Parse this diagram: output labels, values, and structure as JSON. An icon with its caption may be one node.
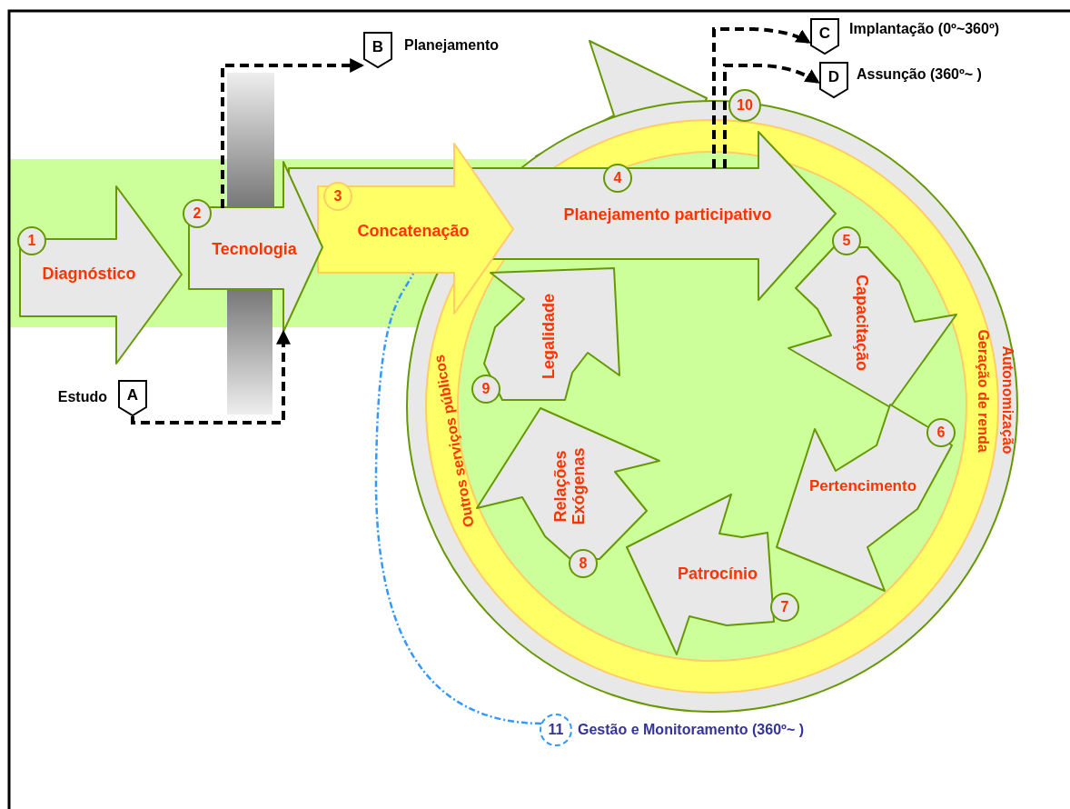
{
  "diagram": {
    "nodes": [
      {
        "text": [
          "1",
          "Diagnóstico"
        ]
      },
      {
        "text": [
          "2",
          "Tecnologia"
        ]
      },
      {
        "text": [
          "3",
          "Concatenação"
        ]
      },
      {
        "text": [
          "4",
          "Planejamento participativo"
        ]
      },
      {
        "text": [
          "5",
          "Capacitação"
        ],
        "in": 10
      },
      {
        "text": [
          "6",
          "Pertencimento"
        ],
        "in": 10
      },
      {
        "text": [
          "7",
          "Patrocínio"
        ],
        "in": 10
      },
      {
        "text": [
          "8",
          "Relações Exógenas"
        ],
        "in": 10
      },
      {
        "text": [
          "9",
          "Legalidade"
        ],
        "in": 10
      },
      {
        "text": [
          "Autonomização"
        ]
      },
      {
        "text": [
          "Geração de renda",
          "Outros serviços públicos"
        ],
        "in": 9
      },
      {
        "text": [
          "10"
        ]
      },
      {
        "text": [
          "11"
        ],
        "beside": [
          "Gestão e Monitoramento (360º~ )"
        ]
      },
      {
        "text": [
          "A"
        ],
        "beside": [
          "Estudo"
        ]
      },
      {
        "text": [
          "B"
        ],
        "beside": [
          "Planejamento"
        ]
      },
      {
        "text": [
          "C"
        ],
        "beside": [
          "Implantação (0º~360º)"
        ]
      },
      {
        "text": [
          "D"
        ],
        "beside": [
          "Assunção (360º~ )"
        ]
      },
      {
        "text": [],
        "shape": "bar"
      },
      {
        "text": [],
        "shape": "bar"
      }
    ],
    "edges": [
      {
        "from": 13,
        "to": 1,
        "arrow": "to",
        "style": "dashed"
      },
      {
        "from": 1,
        "to": 14,
        "arrow": "to",
        "style": "dashed"
      },
      {
        "from": 3,
        "to": 15,
        "arrow": "to",
        "style": "dashed"
      },
      {
        "from": 3,
        "to": 16,
        "arrow": "to",
        "style": "dashed"
      },
      {
        "from": 12,
        "to": 2,
        "arrow": "none",
        "style": "dashed",
        "color": "#3399ff"
      }
    ]
  }
}
